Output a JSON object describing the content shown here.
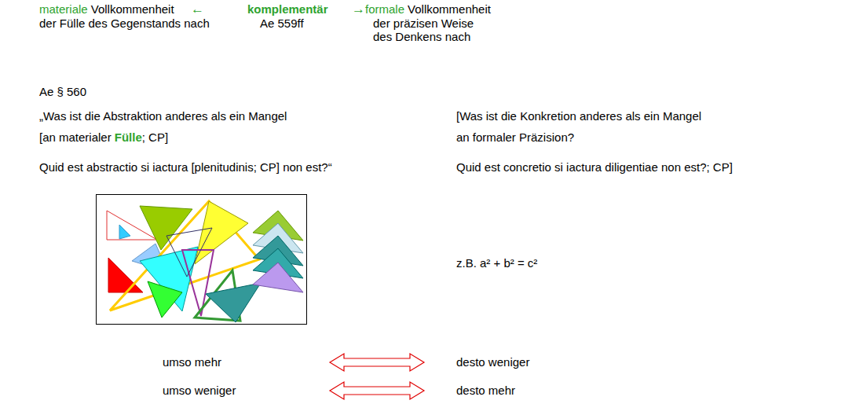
{
  "diagram": {
    "labels": [
      "materiale",
      "Vollkommenheit",
      "der Fülle des Gegenstands nach",
      "←",
      "komplementär",
      "Ae 559ff",
      "→",
      "formale",
      "Vollkommenheit",
      "der präzisen Weise",
      "des Denkens nach",
      "Ae § 560",
      "„Was ist die Abstraktion anderes als ein Mangel",
      "[an materialer",
      "Fülle",
      "; CP]",
      "Quid est abstractio si iactura [plenitudinis; CP] non est?“",
      "[Was ist die Konkretion anderes als ein Mangel",
      "an formaler Präzision?",
      "Quid est concretio si iactura diligentiae non est?; CP]",
      "z.B. a² + b² = c²",
      "umso mehr",
      "desto weniger",
      "umso weniger",
      "desto mehr"
    ]
  }
}
